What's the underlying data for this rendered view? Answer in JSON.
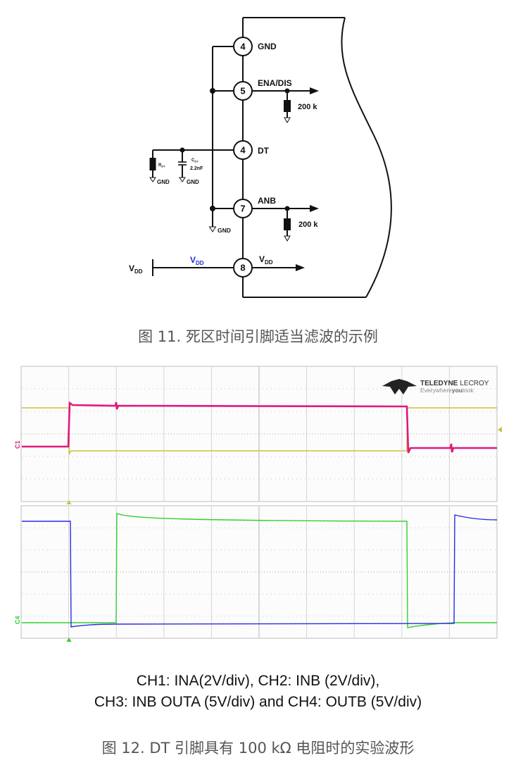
{
  "schematic": {
    "pins": {
      "gnd": {
        "number": "4",
        "label": "GND"
      },
      "ena": {
        "number": "5",
        "label": "ENA/DIS"
      },
      "dt": {
        "number": "4",
        "label": "DT"
      },
      "anb": {
        "number": "7",
        "label": "ANB"
      },
      "vdd": {
        "number": "8",
        "label_main": "V",
        "label_sub": "DD"
      }
    },
    "ena_pulldown": "200 k",
    "anb_pulldown": "200 k",
    "rdt": {
      "main": "R",
      "sub": "DT"
    },
    "cdt": {
      "main": "C",
      "sub": "DT",
      "value": "2.2nF"
    },
    "ground_labels": [
      "GND",
      "GND",
      "GND"
    ],
    "vdd_input": {
      "main": "V",
      "sub": "DD"
    },
    "vdd_net": {
      "main": "V",
      "sub": "DD",
      "color": "#1f2bd6"
    }
  },
  "figure11_caption": "图 11. 死区时间引脚适当滤波的示例",
  "scope": {
    "logo": {
      "brand_bold": "TELEDYNE",
      "brand_light": "LECROY",
      "tagline_pre": "Everywhere",
      "tagline_bold": "you",
      "tagline_post": "look"
    },
    "markers": {
      "top": "C1",
      "bottom": "C4"
    },
    "trace_colors": {
      "ch1": "#e0197d",
      "ch2": "#c9c43a",
      "ch3": "#2fd12f",
      "ch4": "#2b2be6"
    }
  },
  "figure12": {
    "legend_line1": "CH1: INA(2V/div), CH2: INB (2V/div),",
    "legend_line2": "CH3: INB OUTA (5V/div) and CH4: OUTB (5V/div)",
    "caption": "图 12. DT 引脚具有 100 kΩ 电阻时的实验波形"
  }
}
